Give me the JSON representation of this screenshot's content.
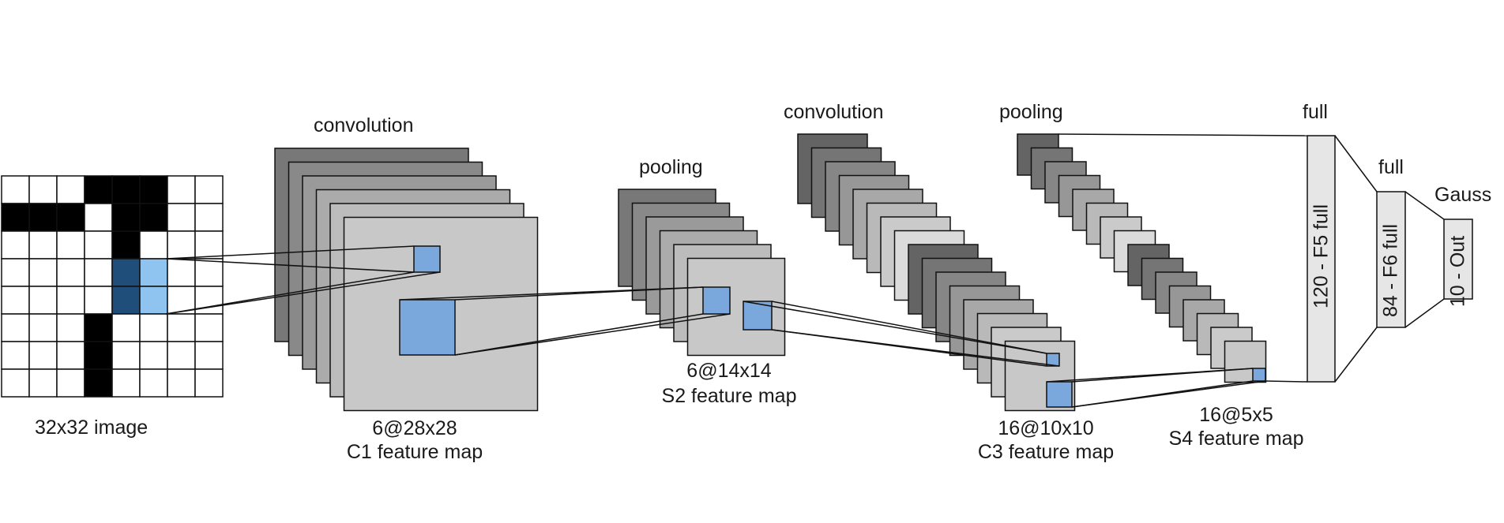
{
  "colors": {
    "accent_blue": "#7aa8dc",
    "light_blue": "#8fc3f0",
    "dark_blue": "#1f4e7a",
    "map_gray": "#c8c8c8",
    "stroke": "#111111"
  },
  "input_image": {
    "label": "32x32 image"
  },
  "c1": {
    "op_label": "convolution",
    "size_label": "6@28x28",
    "name_label": "C1 feature map"
  },
  "s2": {
    "op_label": "pooling",
    "size_label": "6@14x14",
    "name_label": "S2 feature map"
  },
  "c3": {
    "op_label": "convolution",
    "size_label": "16@10x10",
    "name_label": "C3 feature map"
  },
  "s4": {
    "op_label": "pooling",
    "size_label": "16@5x5",
    "name_label": "S4 feature map"
  },
  "f5": {
    "op_label": "full",
    "layer_label": "120 - F5 full"
  },
  "f6": {
    "op_label": "full",
    "layer_label": "84 - F6 full"
  },
  "output": {
    "op_label": "Gauss",
    "layer_label": "10 - Out"
  }
}
